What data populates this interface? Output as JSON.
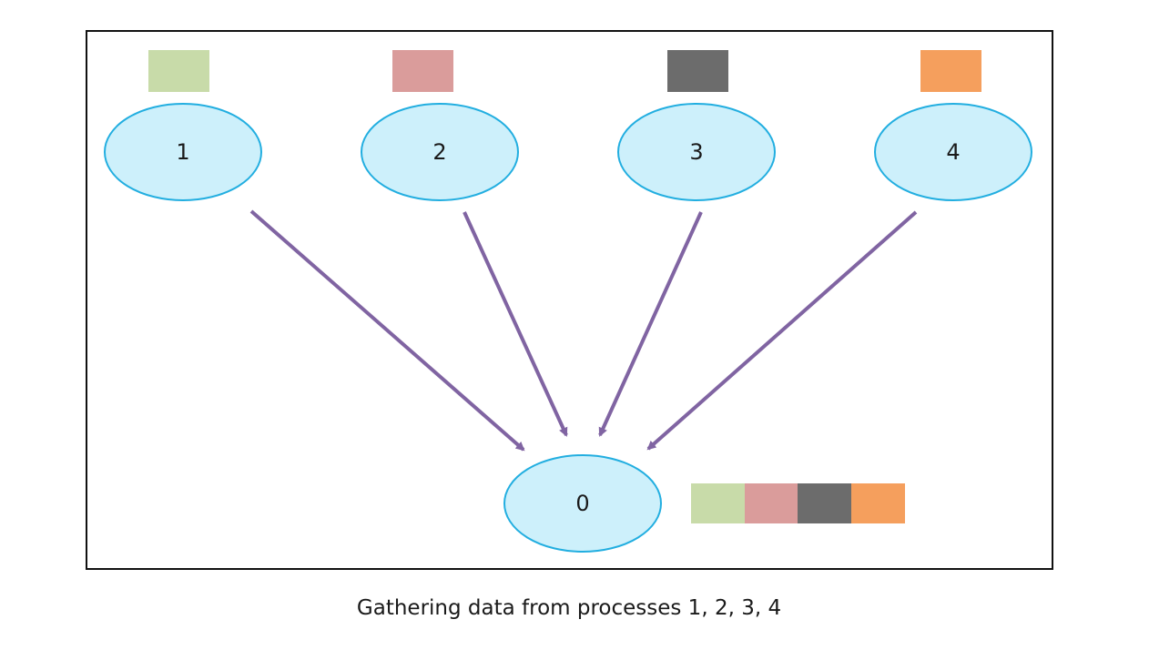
{
  "caption": "Gathering data from processes 1, 2, 3, 4",
  "colors": {
    "frame": "#111111",
    "node_fill": "#cdf0fb",
    "node_stroke": "#22aee0",
    "arrow": "#8064a2"
  },
  "sources": [
    {
      "label": "1",
      "block_color": "#c8dba9"
    },
    {
      "label": "2",
      "block_color": "#da9c9b"
    },
    {
      "label": "3",
      "block_color": "#6c6c6c"
    },
    {
      "label": "4",
      "block_color": "#f59f5d"
    }
  ],
  "root": {
    "label": "0",
    "gathered_colors": [
      "#c8dba9",
      "#da9c9b",
      "#6c6c6c",
      "#f59f5d"
    ]
  }
}
